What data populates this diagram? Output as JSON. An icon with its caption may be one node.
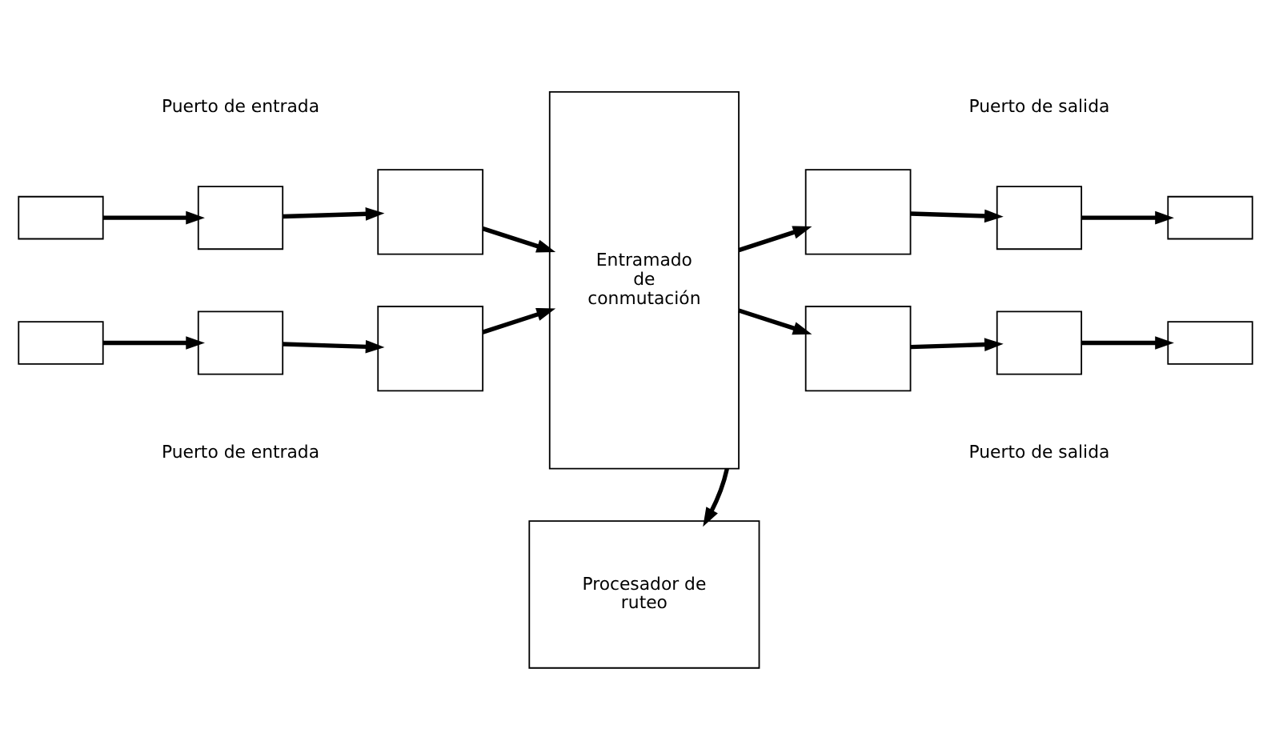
{
  "diagram": {
    "nodes": [
      {
        "text": [],
        "shape": "box"
      },
      {
        "text": [],
        "shape": "box"
      },
      {
        "text": [],
        "shape": "box"
      },
      {
        "text": [
          "Entramado de conmutación"
        ]
      },
      {
        "text": [],
        "shape": "box"
      },
      {
        "text": [],
        "shape": "box"
      },
      {
        "text": [],
        "shape": "box"
      },
      {
        "text": [],
        "shape": "box"
      },
      {
        "text": [],
        "shape": "box"
      },
      {
        "text": [],
        "shape": "box"
      },
      {
        "text": [],
        "shape": "box"
      },
      {
        "text": [],
        "shape": "box"
      },
      {
        "text": [],
        "shape": "box"
      },
      {
        "text": [
          "Procesador de ruteo"
        ]
      }
    ],
    "edges": [
      {
        "from": 0,
        "to": 1,
        "arrow": "to"
      },
      {
        "from": 1,
        "to": 2,
        "arrow": "to"
      },
      {
        "from": 2,
        "to": 3,
        "arrow": "to"
      },
      {
        "from": 3,
        "to": 4,
        "arrow": "to"
      },
      {
        "from": 4,
        "to": 5,
        "arrow": "to"
      },
      {
        "from": 5,
        "to": 6,
        "arrow": "to"
      },
      {
        "from": 7,
        "to": 8,
        "arrow": "to"
      },
      {
        "from": 8,
        "to": 9,
        "arrow": "to"
      },
      {
        "from": 9,
        "to": 3,
        "arrow": "to"
      },
      {
        "from": 3,
        "to": 10,
        "arrow": "to"
      },
      {
        "from": 10,
        "to": 11,
        "arrow": "to"
      },
      {
        "from": 11,
        "to": 12,
        "arrow": "to"
      },
      {
        "from": 3,
        "to": 13,
        "arrow": "to"
      }
    ],
    "labels": [
      "Puerto de entrada",
      "Puerto de salida",
      "Puerto de entrada",
      "Puerto de salida"
    ]
  }
}
